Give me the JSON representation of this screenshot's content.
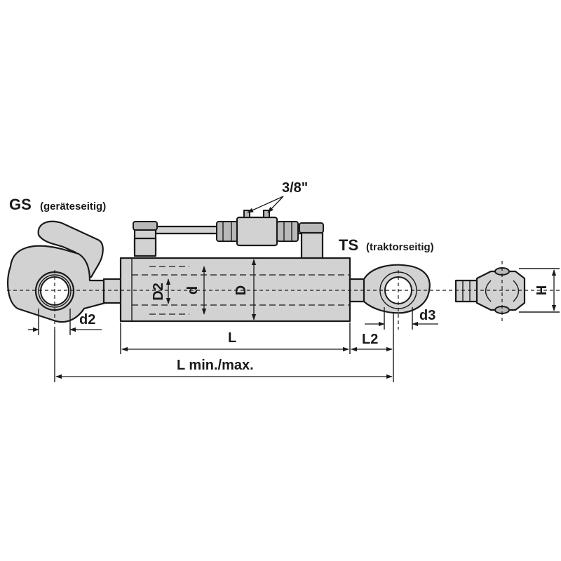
{
  "labels": {
    "gs": "GS",
    "gs_note": "(geräteseitig)",
    "ts": "TS",
    "ts_note": "(traktorseitig)",
    "fitting": "3/8\"",
    "D2": "D2",
    "d": "d",
    "D": "D",
    "d2": "d2",
    "d3": "d3",
    "L": "L",
    "L2": "L2",
    "Lminmax": "L min./max.",
    "H": "H"
  }
}
